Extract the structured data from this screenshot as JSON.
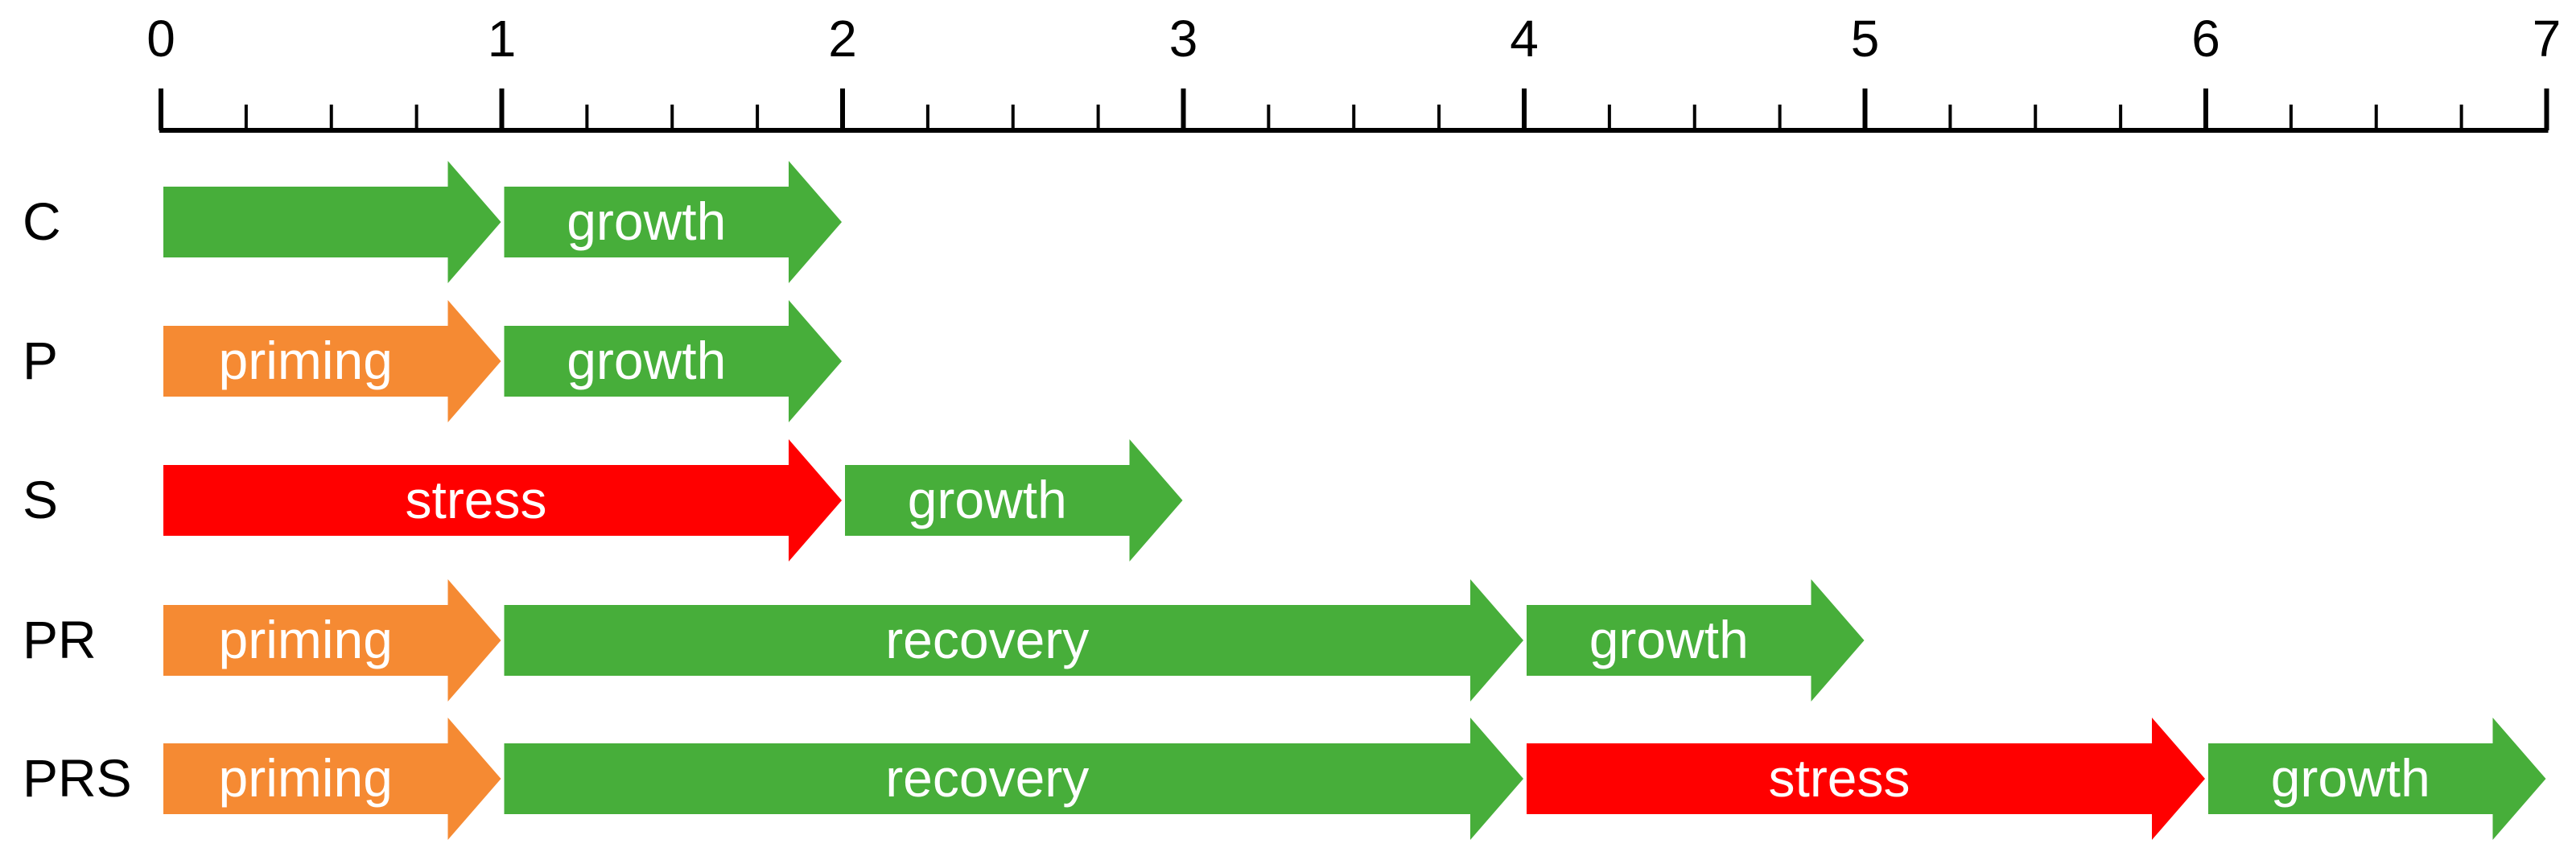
{
  "axis": {
    "ticks": [
      "0",
      "1",
      "2",
      "3",
      "4",
      "5",
      "6",
      "7"
    ],
    "min": 0,
    "max": 7,
    "minor_per_unit": 4
  },
  "colors": {
    "priming": "#f58a33",
    "growth": "#47ae3a",
    "recovery": "#47ae3a",
    "stress": "#ff0000",
    "axis": "#000000",
    "text_on_arrow": "#ffffff",
    "row_label": "#000000"
  },
  "rows": [
    {
      "label": "C",
      "segments": [
        {
          "start": 0,
          "end": 1,
          "text": "",
          "kind": "growth"
        },
        {
          "start": 1,
          "end": 2,
          "text": "growth",
          "kind": "growth"
        }
      ]
    },
    {
      "label": "P",
      "segments": [
        {
          "start": 0,
          "end": 1,
          "text": "priming",
          "kind": "priming"
        },
        {
          "start": 1,
          "end": 2,
          "text": "growth",
          "kind": "growth"
        }
      ]
    },
    {
      "label": "S",
      "segments": [
        {
          "start": 0,
          "end": 2,
          "text": "stress",
          "kind": "stress"
        },
        {
          "start": 2,
          "end": 3,
          "text": "growth",
          "kind": "growth"
        }
      ]
    },
    {
      "label": "PR",
      "segments": [
        {
          "start": 0,
          "end": 1,
          "text": "priming",
          "kind": "priming"
        },
        {
          "start": 1,
          "end": 4,
          "text": "recovery",
          "kind": "recovery"
        },
        {
          "start": 4,
          "end": 5,
          "text": "growth",
          "kind": "growth"
        }
      ]
    },
    {
      "label": "PRS",
      "segments": [
        {
          "start": 0,
          "end": 1,
          "text": "priming",
          "kind": "priming"
        },
        {
          "start": 1,
          "end": 4,
          "text": "recovery",
          "kind": "recovery"
        },
        {
          "start": 4,
          "end": 6,
          "text": "stress",
          "kind": "stress"
        },
        {
          "start": 6,
          "end": 7,
          "text": "growth",
          "kind": "growth"
        }
      ]
    }
  ]
}
